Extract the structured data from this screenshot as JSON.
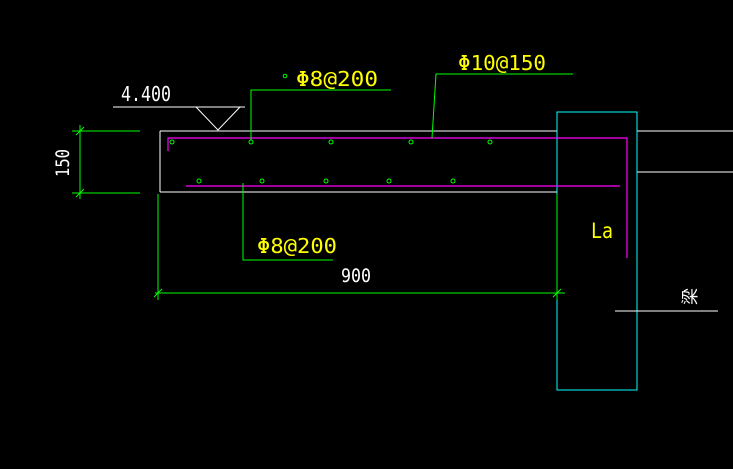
{
  "colors": {
    "background": "#000000",
    "outline": "#ffffff",
    "leader": "#00ff00",
    "label": "#ffff00",
    "rebar": "#ff00ff",
    "rebar_dot": "#00ff00",
    "beam": "#00ffff"
  },
  "labels": {
    "elevation": "4.400",
    "top_dist_bar": "Φ8@200",
    "top_main_bar": "Φ10@150",
    "bottom_bar": "Φ8@200",
    "thickness_dim": "150",
    "length_dim": "900",
    "anchorage": "La",
    "beam": "梁"
  }
}
